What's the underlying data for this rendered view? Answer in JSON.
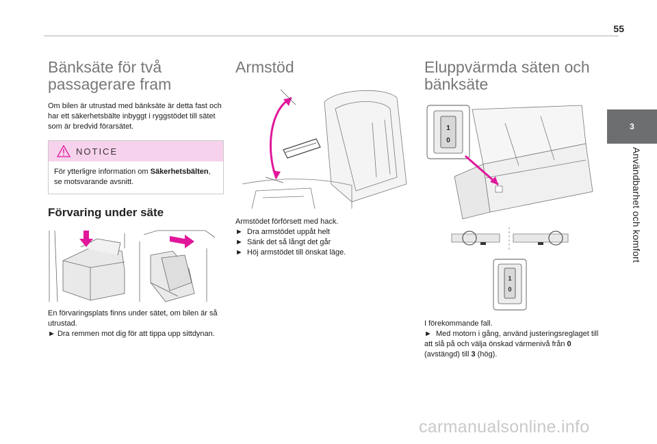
{
  "page": {
    "number": "55"
  },
  "side": {
    "tab_number": "3",
    "chapter": "Användbarhet och komfort"
  },
  "col1": {
    "title_line1": "Bänksäte för två",
    "title_line2": "passagerare fram",
    "intro": "Om bilen är utrustad med bänksäte är detta fast och har ett säkerhetsbälte inbyggt i ryggstödet till sätet som är bredvid förarsätet.",
    "notice_title": "NOTICE",
    "notice_pre": "För ytterligre information om ",
    "notice_bold": "Säkerhetsbälten",
    "notice_post": ", se motsvarande avsnitt.",
    "subheading": "Förvaring under säte",
    "storage_intro": "En förvaringsplats finns under sätet, om bilen är så utrustad.",
    "storage_step": "Dra remmen mot dig för att tippa upp sittdynan."
  },
  "col2": {
    "title": "Armstöd",
    "caption": "Armstödet förförsett med hack.",
    "steps": [
      "Dra armstödet uppåt helt",
      "Sänk det så långt det går",
      "Höj armstödet till önskat läge."
    ]
  },
  "col3": {
    "title_line1": "Eluppvärmda säten och",
    "title_line2": "bänksäte",
    "caption": "I förekommande fall.",
    "step_a": "Med motorn i gång, använd justeringsreglaget till att slå på och välja önskad värmenivå från ",
    "level_off": "0",
    "step_b": " (avstängd) till ",
    "level_high": "3",
    "step_c": " (hög).",
    "dial_top": "1",
    "dial_bottom": "0"
  },
  "bullet": "►",
  "watermark": "carmanualsonline.info",
  "colors": {
    "accent_magenta": "#e0169b",
    "notice_band": "#f7d2ec",
    "side_tab": "#6d6e70",
    "heading_grey": "#777777"
  }
}
